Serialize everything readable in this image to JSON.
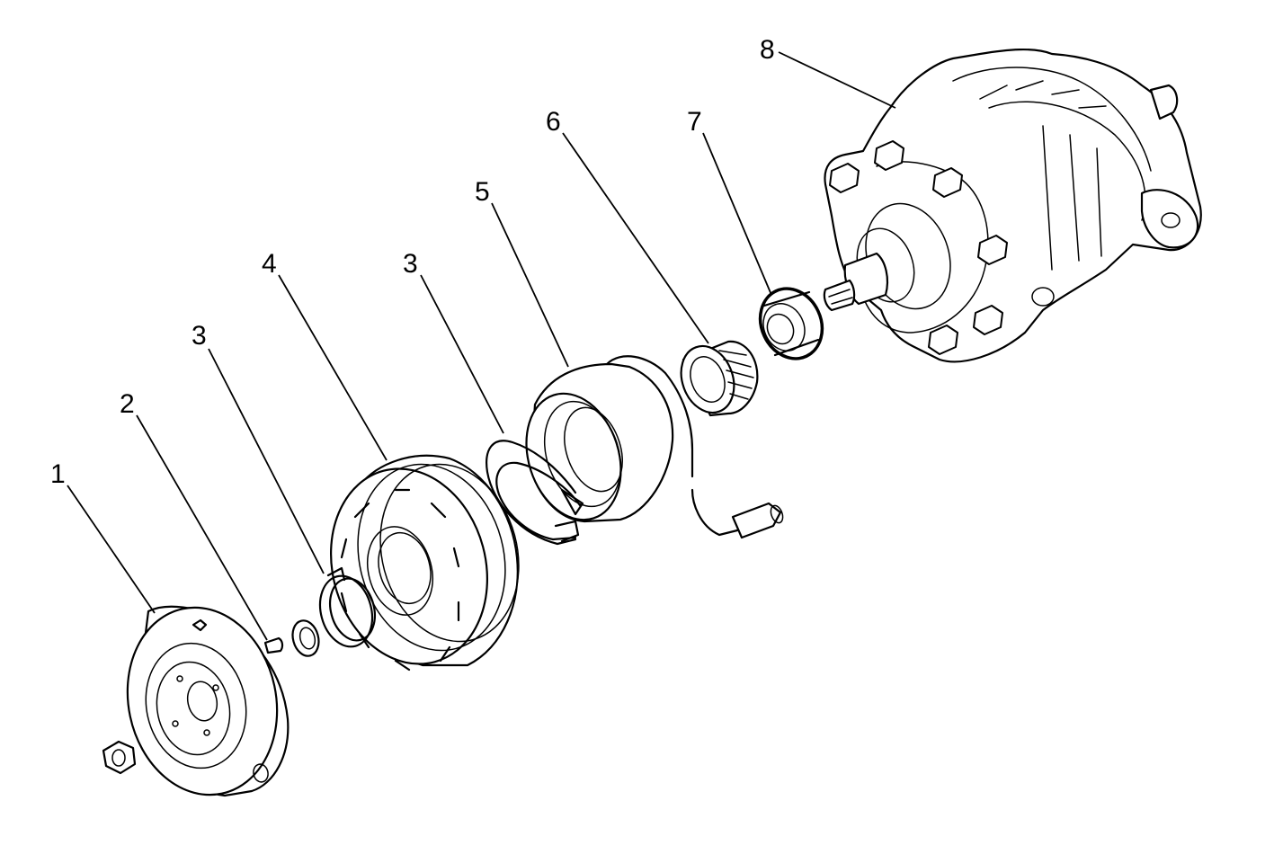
{
  "callouts": [
    "1",
    "2",
    "3",
    "4",
    "3",
    "5",
    "6",
    "7",
    "8"
  ]
}
